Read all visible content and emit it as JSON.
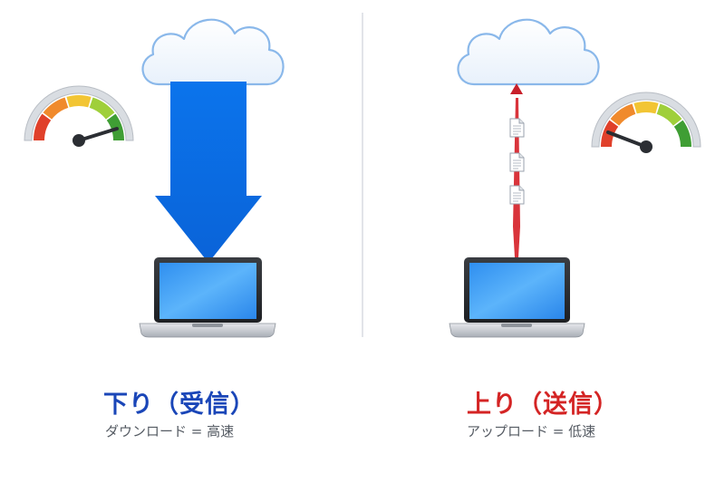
{
  "download": {
    "title": "下り（受信）",
    "subtitle": "ダウンロード = 高速",
    "title_color": "#1a46b8",
    "arrow_color": "#0a6fe8",
    "gauge_level": "high"
  },
  "upload": {
    "title": "上り（送信）",
    "subtitle": "アップロード = 低速",
    "title_color": "#d42424",
    "arrow_color": "#c8202a",
    "gauge_level": "low"
  },
  "icons": [
    "cloud-icon",
    "laptop-icon",
    "speedometer-icon",
    "document-icon",
    "arrow-icon"
  ],
  "colors": {
    "cloud_fill": "#f4f8fd",
    "cloud_stroke": "#7fb0e8",
    "screen": "#3aa0f5",
    "gauge_red": "#e0402a",
    "gauge_orange": "#f08a2c",
    "gauge_yellow": "#f2c534",
    "gauge_green": "#49ad3a",
    "divider": "#d8dce2"
  }
}
